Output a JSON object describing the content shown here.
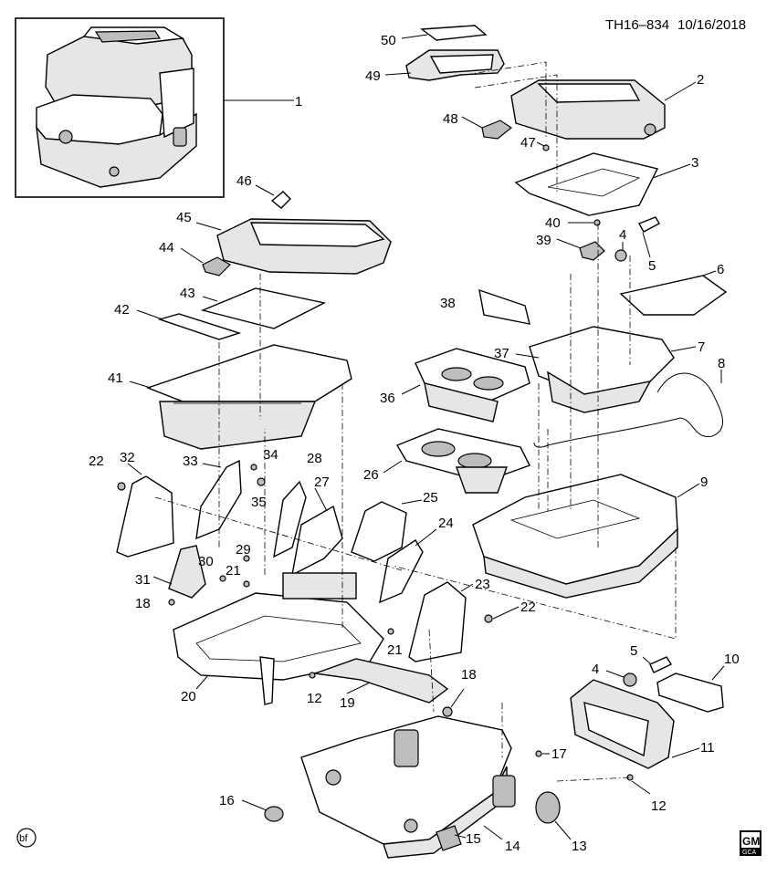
{
  "header": {
    "code": "TH16–834",
    "date": "10/16/2018"
  },
  "footer": {
    "left_mark": "bf",
    "logo_top": "GM",
    "logo_bottom": "GCA"
  },
  "callouts": [
    "1",
    "2",
    "3",
    "4",
    "5",
    "6",
    "7",
    "8",
    "9",
    "10",
    "11",
    "12",
    "13",
    "14",
    "15",
    "16",
    "17",
    "18",
    "19",
    "20",
    "21",
    "22",
    "23",
    "24",
    "25",
    "26",
    "27",
    "28",
    "29",
    "30",
    "31",
    "32",
    "33",
    "34",
    "35",
    "36",
    "37",
    "38",
    "39",
    "40",
    "41",
    "42",
    "43",
    "44",
    "45",
    "46",
    "47",
    "48",
    "49",
    "50",
    "4",
    "5",
    "12",
    "18",
    "21",
    "22"
  ]
}
